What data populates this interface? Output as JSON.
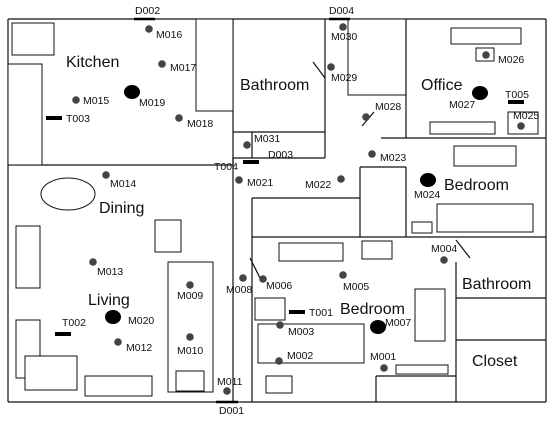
{
  "rooms": {
    "kitchen": "Kitchen",
    "bathroom_top": "Bathroom",
    "office": "Office",
    "dining": "Dining",
    "bedroom_right": "Bedroom",
    "living": "Living",
    "bedroom_center": "Bedroom",
    "bathroom_right": "Bathroom",
    "closet": "Closet"
  },
  "doors": {
    "d001": "D001",
    "d002": "D002",
    "d003": "D003",
    "d004": "D004"
  },
  "temperature_sensors": {
    "t001": "T001",
    "t002": "T002",
    "t003": "T003",
    "t004": "T004",
    "t005": "T005"
  },
  "motion_sensors": {
    "m001": "M001",
    "m002": "M002",
    "m003": "M003",
    "m004": "M004",
    "m005": "M005",
    "m006": "M006",
    "m007": "M007",
    "m008": "M008",
    "m009": "M009",
    "m010": "M010",
    "m011": "M011",
    "m012": "M012",
    "m013": "M013",
    "m014": "M014",
    "m015": "M015",
    "m016": "M016",
    "m017": "M017",
    "m018": "M018",
    "m019": "M019",
    "m020": "M020",
    "m021": "M021",
    "m022": "M022",
    "m023": "M023",
    "m024": "M024",
    "m025": "M025",
    "m026": "M026",
    "m027": "M027",
    "m028": "M028",
    "m029": "M029",
    "m030": "M030",
    "m031": "M031"
  }
}
